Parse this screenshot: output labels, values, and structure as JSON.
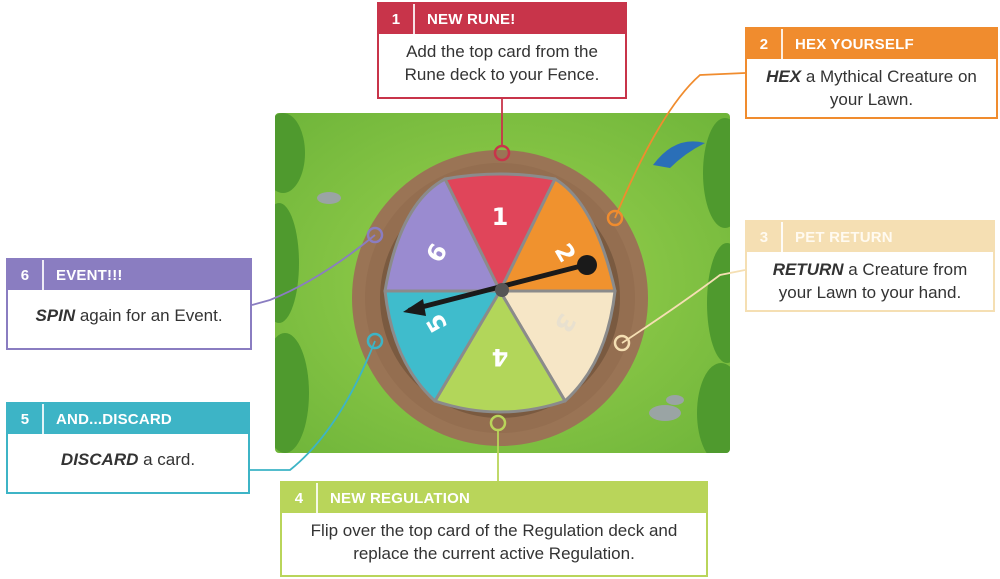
{
  "colors": {
    "rune": "#c8344a",
    "hex": "#f08c2e",
    "pet": "#f5dfb3",
    "regulation": "#b9d55a",
    "discard": "#3db4c6",
    "event": "#8a7dc1",
    "grass": "#7fc43f",
    "dirt": "#9a7455"
  },
  "spinner": {
    "segments": [
      "1",
      "2",
      "3",
      "4",
      "5",
      "6"
    ]
  },
  "boxes": {
    "rune": {
      "num": "1",
      "title": "NEW RUNE!",
      "text": "Add the top card from the Rune deck to your Fence."
    },
    "hex": {
      "num": "2",
      "title": "HEX YOURSELF",
      "em": "HEX",
      "text": " a Mythical Creature on your Lawn."
    },
    "pet": {
      "num": "3",
      "title": "PET RETURN",
      "em": "RETURN",
      "text": " a Creature from your Lawn to your hand."
    },
    "regulation": {
      "num": "4",
      "title": "NEW REGULATION",
      "text": "Flip over the top card of the Regulation deck and replace the current active Regulation."
    },
    "discard": {
      "num": "5",
      "title": "AND...DISCARD",
      "em": "DISCARD",
      "text": " a card."
    },
    "event": {
      "num": "6",
      "title": "EVENT!!!",
      "em": "SPIN",
      "text": " again for an Event."
    }
  }
}
